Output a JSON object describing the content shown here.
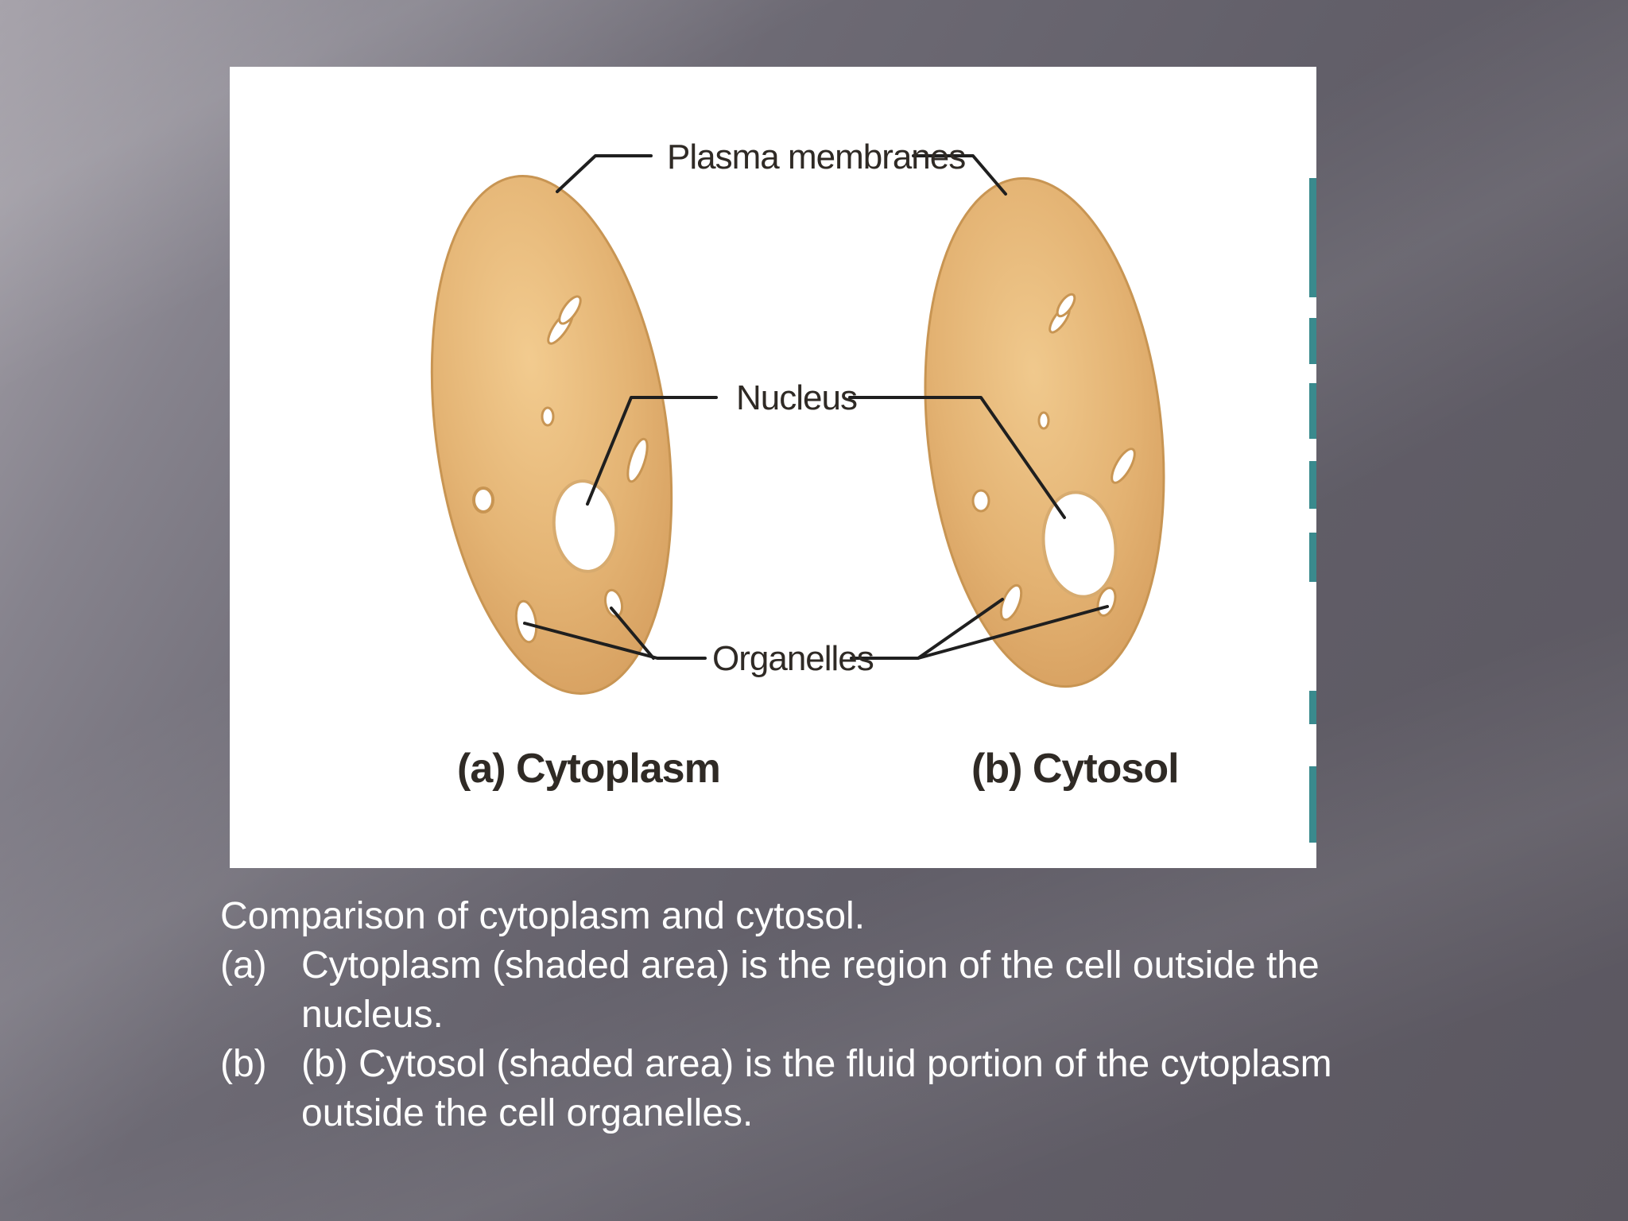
{
  "diagram": {
    "labels": {
      "plasma_membranes": "Plasma membranes",
      "nucleus": "Nucleus",
      "organelles": "Organelles",
      "left_caption": "(a) Cytoplasm",
      "right_caption": "(b) Cytosol"
    },
    "colors": {
      "cell_fill": "#e2b474",
      "cell_edge": "#c89553",
      "line": "#1f1f1f",
      "cut_edge_teal": "#2f8f8f"
    }
  },
  "caption": {
    "title": "Comparison of cytoplasm and cytosol.",
    "items": [
      {
        "marker": "(a)",
        "text": "Cytoplasm (shaded area) is the region of the cell outside the nucleus."
      },
      {
        "marker": "(b)",
        "text": " (b) Cytosol (shaded area) is the fluid portion of the cytoplasm outside the cell organelles."
      }
    ]
  }
}
